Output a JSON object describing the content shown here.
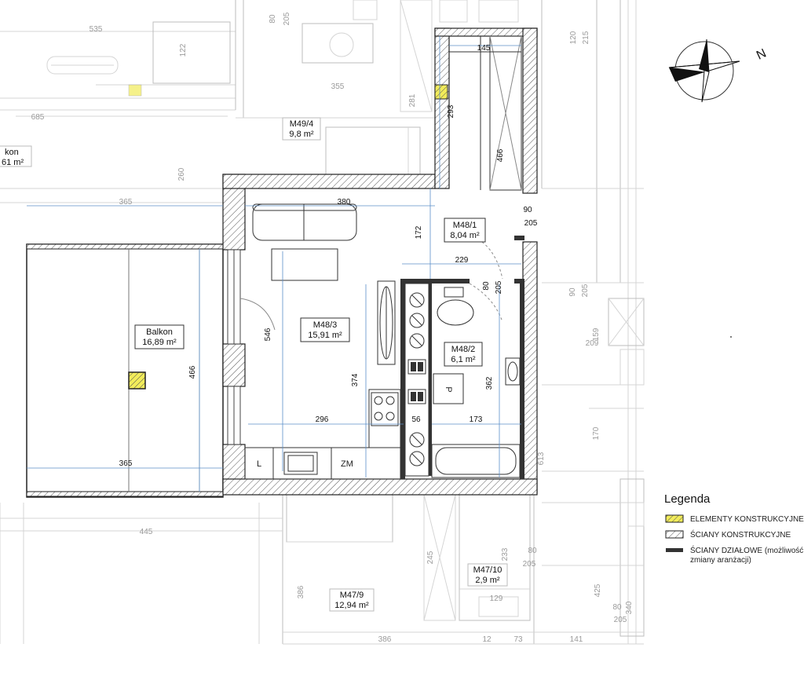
{
  "compass": {
    "north_label": "N"
  },
  "rooms": {
    "balkon": {
      "name": "Balkon",
      "area": "16,89 m²"
    },
    "m48_3": {
      "name": "M48/3",
      "area": "15,91 m²"
    },
    "m48_1": {
      "name": "M48/1",
      "area": "8,04 m²"
    },
    "m48_2": {
      "name": "M48/2",
      "area": "6,1 m²"
    },
    "m49_4": {
      "name": "M49/4",
      "area": "9,8 m²"
    },
    "m47_9": {
      "name": "M47/9",
      "area": "12,94 m²"
    },
    "m47_10": {
      "name": "M47/10",
      "area": "2,9 m²"
    },
    "balkon_partial": {
      "name": "kon",
      "area": "61 m²"
    }
  },
  "kitchen": {
    "fridge_label": "L",
    "freezer_label": "ZM"
  },
  "bathroom": {
    "washer_label": "P"
  },
  "dimensions": {
    "d535": "535",
    "d685": "685",
    "d122": "122",
    "d80a": "80",
    "d205a": "205",
    "d355": "355",
    "d281": "281",
    "d293": "293",
    "d145": "145",
    "d466a": "466",
    "d120": "120",
    "d215": "215",
    "d260": "260",
    "d365a": "365",
    "d380": "380",
    "d172": "172",
    "d90a": "90",
    "d205b": "205",
    "d229": "229",
    "d80b": "80",
    "d205c": "205",
    "d90b": "90",
    "d205d": "205",
    "d546": "546",
    "d466b": "466",
    "d374": "374",
    "d362": "362",
    "d209": "209",
    "d159": "159",
    "d296": "296",
    "d56": "56",
    "d173": "173",
    "d365b": "365",
    "d170": "170",
    "d613": "613",
    "d445": "445",
    "d245": "245",
    "d233": "233",
    "d80c": "80",
    "d205e": "205",
    "d129": "129",
    "d425": "425",
    "d386a": "386",
    "d386b": "386",
    "d12": "12",
    "d73": "73",
    "d141": "141",
    "d80d": "80",
    "d340": "340",
    "d205f": "205"
  },
  "legend": {
    "title": "Legenda",
    "items": [
      {
        "label": "ELEMENTY KONSTRUKCYJNE",
        "kind": "structural-element",
        "color": "#f2ec5a"
      },
      {
        "label": "ŚCIANY KONSTRUKCYJNE",
        "kind": "structural-wall"
      },
      {
        "label": "ŚCIANY DZIAŁOWE (możliwość",
        "label2": "zmiany aranżacji)",
        "kind": "partition-wall"
      }
    ]
  }
}
